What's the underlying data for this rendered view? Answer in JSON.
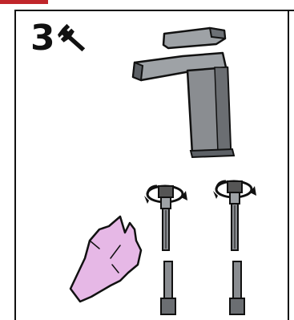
{
  "step": {
    "number": "3",
    "tool_icon": "wrench-icon"
  },
  "illustration": {
    "items": [
      "faucet",
      "hand",
      "flexible-hoses"
    ]
  },
  "colors": {
    "accent_red": "#c0262b",
    "faucet_gray": "#8a8d91",
    "hand_pink": "#e6b8e6",
    "outline": "#111111"
  }
}
